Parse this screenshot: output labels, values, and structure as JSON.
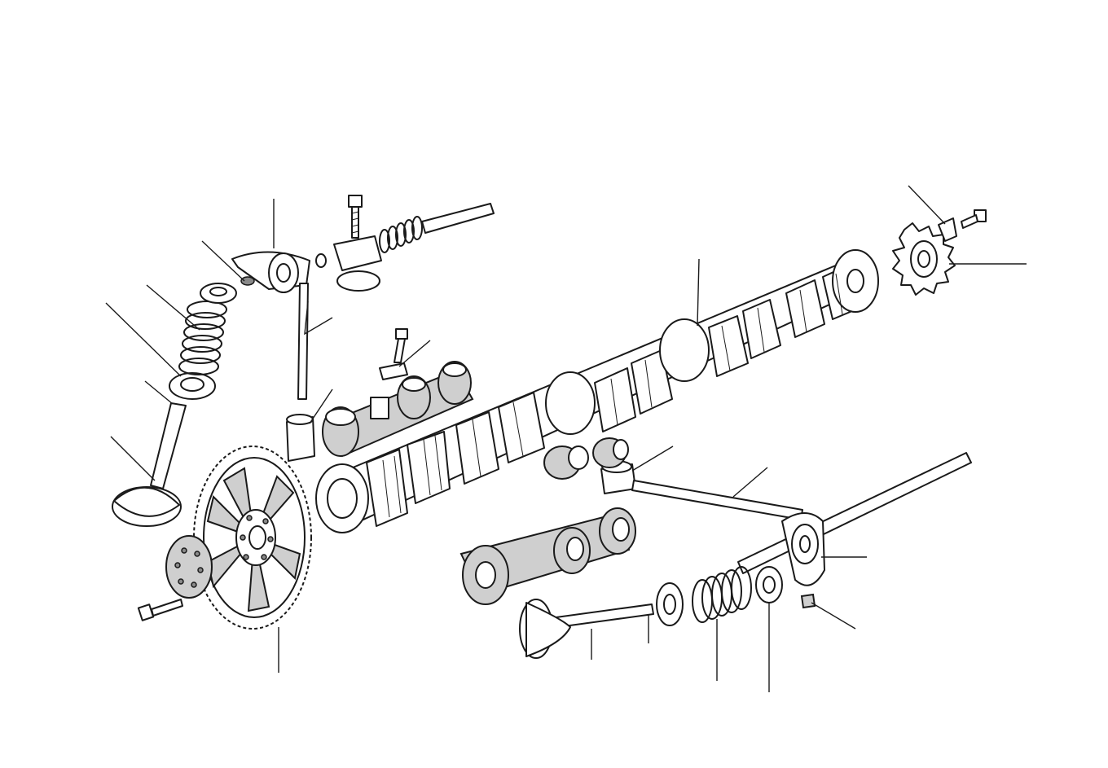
{
  "figure": {
    "kind": "exploded-view",
    "subject_parts": [
      "camshaft",
      "camshaft-gear",
      "gear-flange",
      "flange-bolt",
      "valve-left",
      "valve-spring-left",
      "spring-cap-left",
      "spring-seat-left",
      "cotter-left",
      "rocker-arm-left",
      "adjuster-screw",
      "rocker-shaft-left",
      "pushrod-left",
      "tappet-left",
      "camshaft-bearing-bracket-left",
      "bracket-bolt",
      "locking-tab",
      "sprocket",
      "sprocket-bolt",
      "sprocket-tab",
      "tappet-right",
      "pushrod-right",
      "rocker-shaft-right",
      "rocker-arm-right",
      "camshaft-bearing-bracket-right",
      "valve-right",
      "valve-spring-right",
      "spring-cap-right",
      "spring-seat-right",
      "cotter-right"
    ],
    "leader_count": 23
  }
}
